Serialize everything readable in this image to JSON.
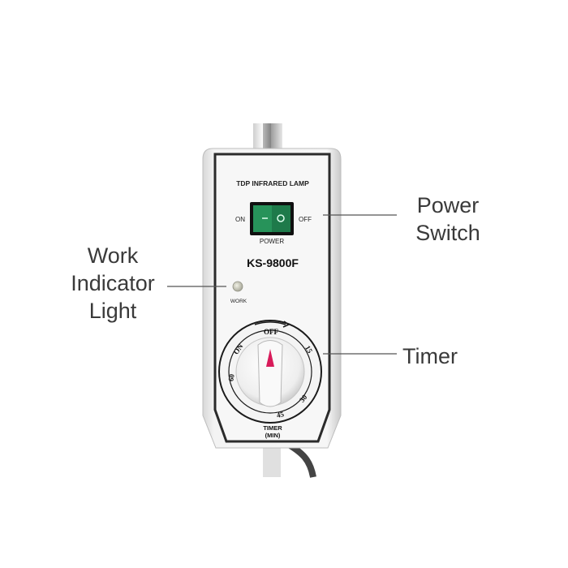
{
  "device": {
    "header": "TDP INFRARED LAMP",
    "model": "KS-9800F",
    "switch": {
      "on_label": "ON",
      "off_label": "OFF",
      "caption": "POWER",
      "state_glyph": "I O"
    },
    "indicator_label": "WORK",
    "timer": {
      "marks": [
        "OFF",
        "15",
        "30",
        "45",
        "60",
        "ON"
      ],
      "caption_line1": "TIMER",
      "caption_line2": "(MIN)"
    }
  },
  "callouts": {
    "power_switch": [
      "Power",
      "Switch"
    ],
    "work_indicator": [
      "Work",
      "Indicator",
      "Light"
    ],
    "timer": "Timer"
  },
  "colors": {
    "switch_green": "#1e7a4a",
    "pointer_red": "#d81b5a",
    "panel_border": "#2b2b2b",
    "callout_text": "#3a3a3a"
  }
}
